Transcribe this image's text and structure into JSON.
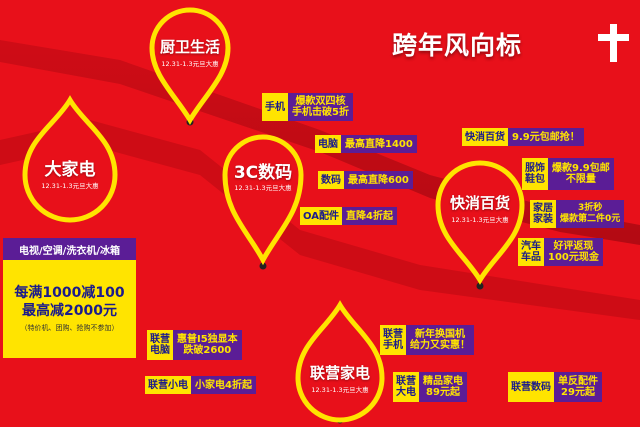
{
  "header": {
    "title": "跨年风向标"
  },
  "pins": [
    {
      "id": "kitchen",
      "title": "厨卫生活",
      "sub": "12.31-1.3元旦大惠"
    },
    {
      "id": "appliance",
      "title": "大家电",
      "sub": "12.31-1.3元旦大惠"
    },
    {
      "id": "digital",
      "title": "3C数码",
      "sub": "12.31-1.3元旦大惠"
    },
    {
      "id": "fmcg",
      "title": "快消百货",
      "sub": "12.31-1.3元旦大惠"
    },
    {
      "id": "union",
      "title": "联营家电",
      "sub": "12.31-1.3元旦大惠"
    }
  ],
  "appliance_box": {
    "categories": "电视/空调/洗衣机/冰箱",
    "promo_line1": "每满1000减100",
    "promo_line2": "最高减2000元",
    "note": "（特价机、团购、抢购不参加）"
  },
  "tags": {
    "phone": {
      "k": "手机",
      "v1": "爆款双四核",
      "v2": "手机击破5折"
    },
    "computer": {
      "k": "电脑",
      "v1": "最高直降1400"
    },
    "camera": {
      "k": "数码",
      "v1": "最高直降600"
    },
    "oa": {
      "k": "OA配件",
      "v1": "直降4折起"
    },
    "fmcg": {
      "k": "快消百货",
      "v1": "9.9元包邮抢！"
    },
    "clothing": {
      "k1": "服饰",
      "k2": "鞋包",
      "v1": "爆款9.9包邮",
      "v2": "不限量"
    },
    "home": {
      "k1": "家居",
      "k2": "家装",
      "v1": "3折秒",
      "v2": "爆款第二件0元"
    },
    "car": {
      "k1": "汽车",
      "k2": "车品",
      "v1": "好评返现",
      "v2": "100元现金"
    },
    "u_pc": {
      "k1": "联营",
      "k2": "电脑",
      "v1": "惠普I5独显本",
      "v2": "跌破2600"
    },
    "u_phone": {
      "k1": "联营",
      "k2": "手机",
      "v1": "新年换国机",
      "v2": "给力又实惠！"
    },
    "u_small": {
      "k": "联营小电",
      "v1": "小家电4折起"
    },
    "u_big": {
      "k1": "联营",
      "k2": "大电",
      "v1": "精品家电",
      "v2": "89元起"
    },
    "u_dig": {
      "k": "联营数码",
      "v1": "单反配件",
      "v2": "29元起"
    }
  },
  "colors": {
    "background": "#e8101a",
    "pin_fill": "#e8101a",
    "pin_stroke": "#ffe400",
    "tag_key": "#ffe400",
    "tag_value": "#5b1d96"
  }
}
